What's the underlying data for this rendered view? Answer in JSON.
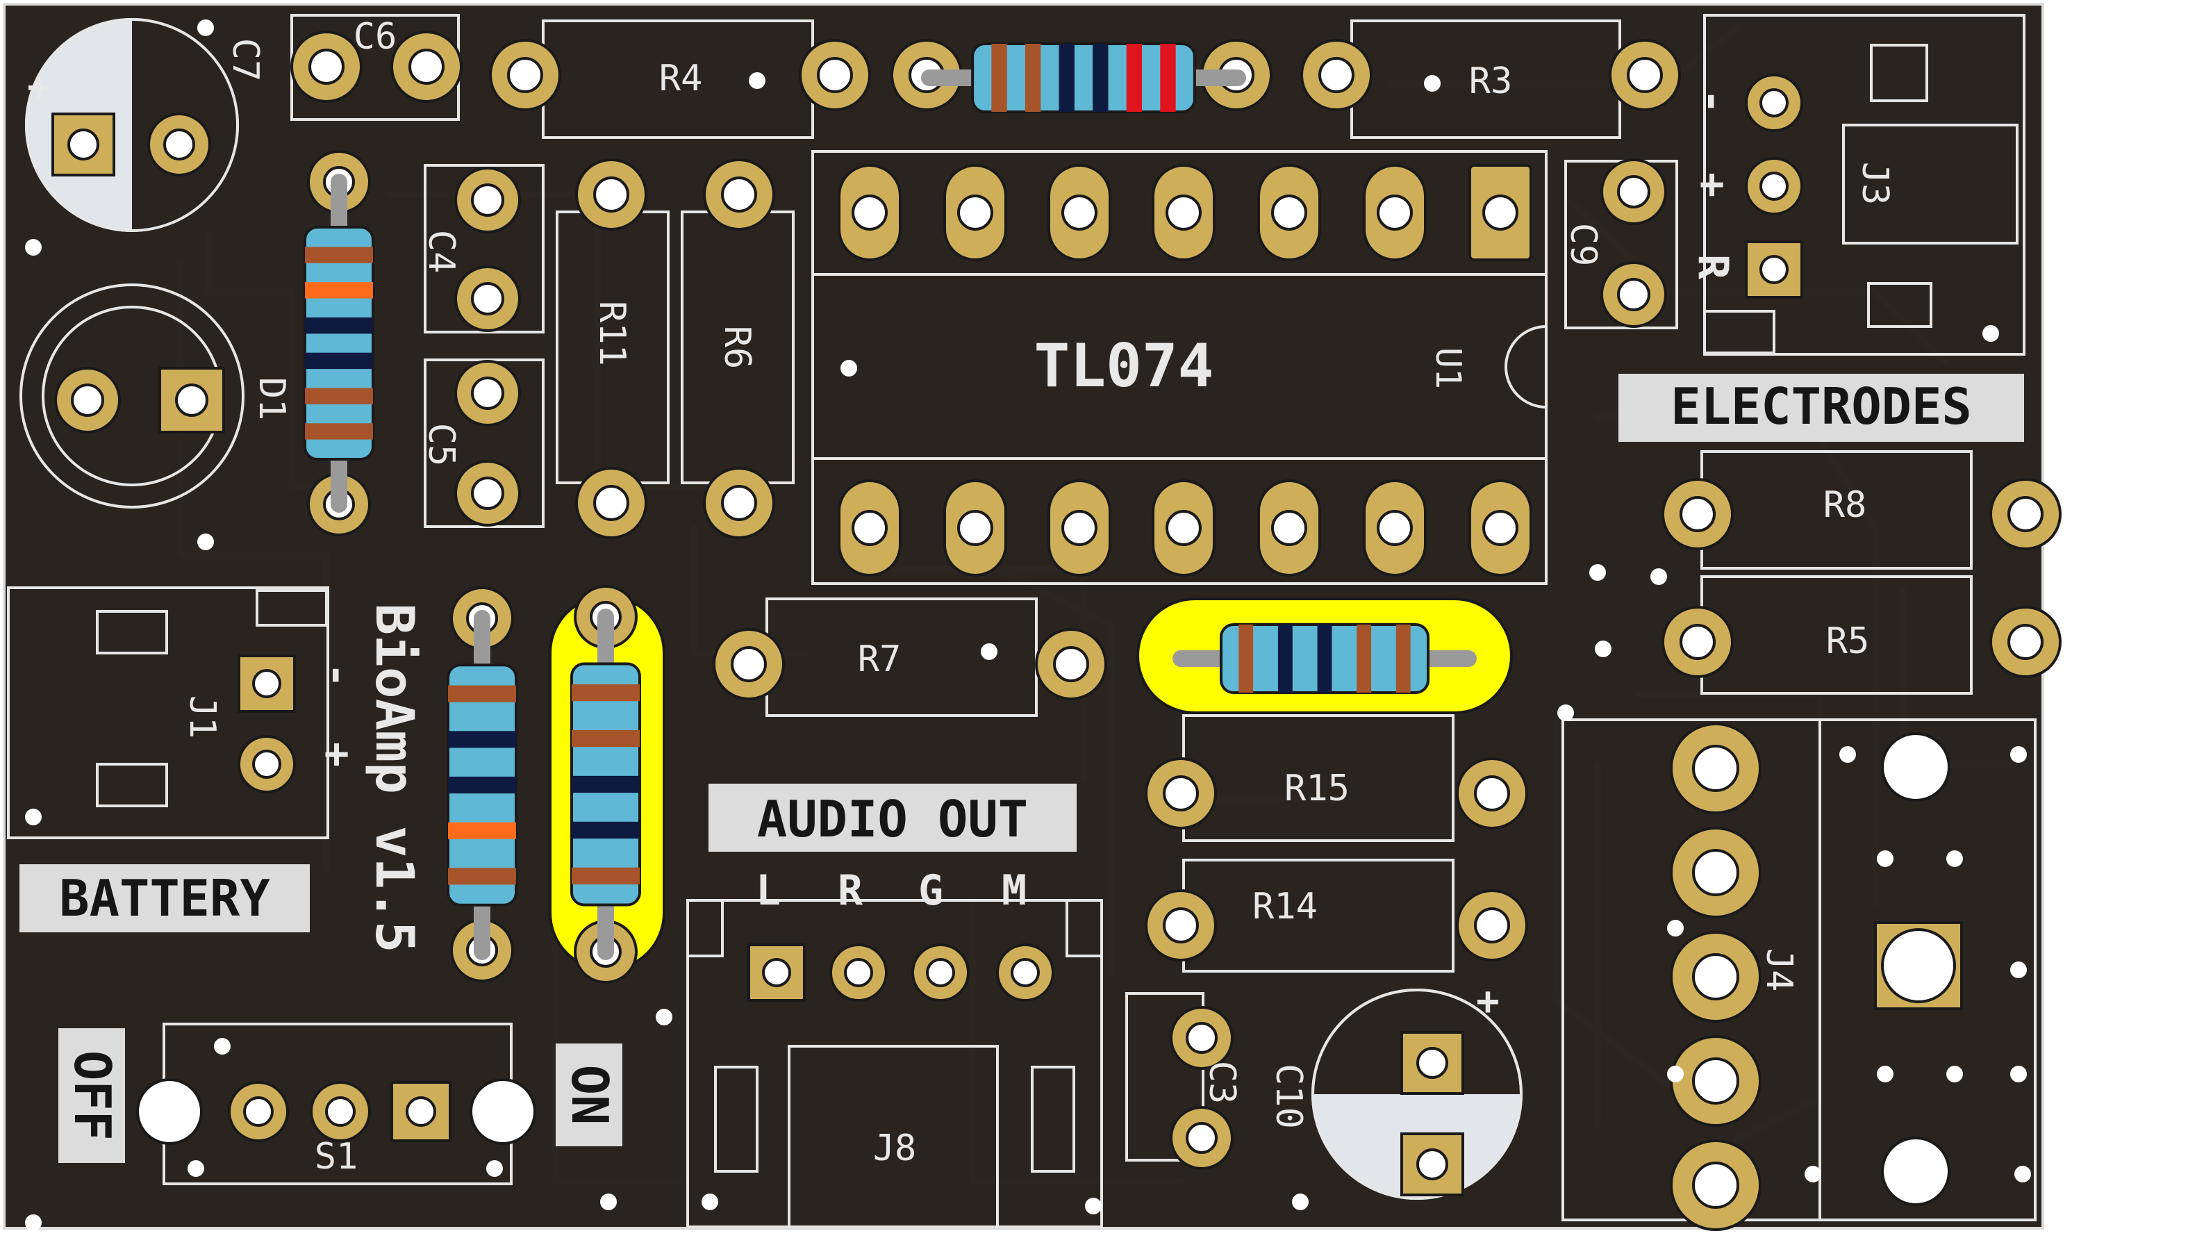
{
  "board": {
    "ic": {
      "name": "TL074",
      "ref": "U1"
    },
    "version": "BioAmp v1.5",
    "components": [
      "C6",
      "C7",
      "C4",
      "C5",
      "C9",
      "C3",
      "C10",
      "R4",
      "R3",
      "R11",
      "R6",
      "R7",
      "R8",
      "R5",
      "R15",
      "R14",
      "D1",
      "J1",
      "J3",
      "J4",
      "J8",
      "S1"
    ],
    "labels": {
      "electrodes": "ELECTRODES",
      "battery": "BATTERY",
      "audio_out": "AUDIO OUT",
      "off": "OFF",
      "on": "ON",
      "audio_pins": [
        "L",
        "R",
        "G",
        "M"
      ],
      "battery_pins": [
        "-",
        "+"
      ],
      "electrode_pins": [
        "-",
        "+",
        "R"
      ],
      "cap_plus": "+"
    },
    "colors": {
      "board": "#2a2421",
      "pad": "#cfae5a",
      "silk": "#e6e6e6",
      "highlight": "#ffff00",
      "resistor_body": "#5fb8d6"
    }
  }
}
